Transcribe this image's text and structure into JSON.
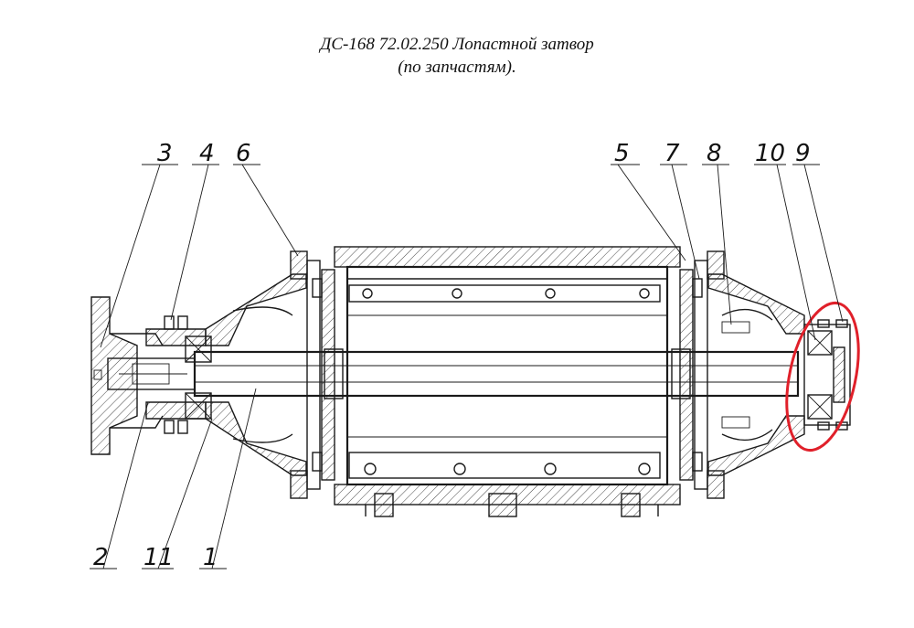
{
  "title": {
    "line1": "ДС-168 72.02.250 Лопастной затвор",
    "line2": "(по запчастям)."
  },
  "callouts": [
    {
      "id": "3",
      "label": "3"
    },
    {
      "id": "4",
      "label": "4"
    },
    {
      "id": "6",
      "label": "6"
    },
    {
      "id": "5",
      "label": "5"
    },
    {
      "id": "7",
      "label": "7"
    },
    {
      "id": "8",
      "label": "8"
    },
    {
      "id": "10",
      "label": "10"
    },
    {
      "id": "9",
      "label": "9"
    },
    {
      "id": "2",
      "label": "2"
    },
    {
      "id": "11",
      "label": "11"
    },
    {
      "id": "1",
      "label": "1"
    }
  ],
  "highlight_color": "#e0202a",
  "line_color": "#1a1a1a"
}
